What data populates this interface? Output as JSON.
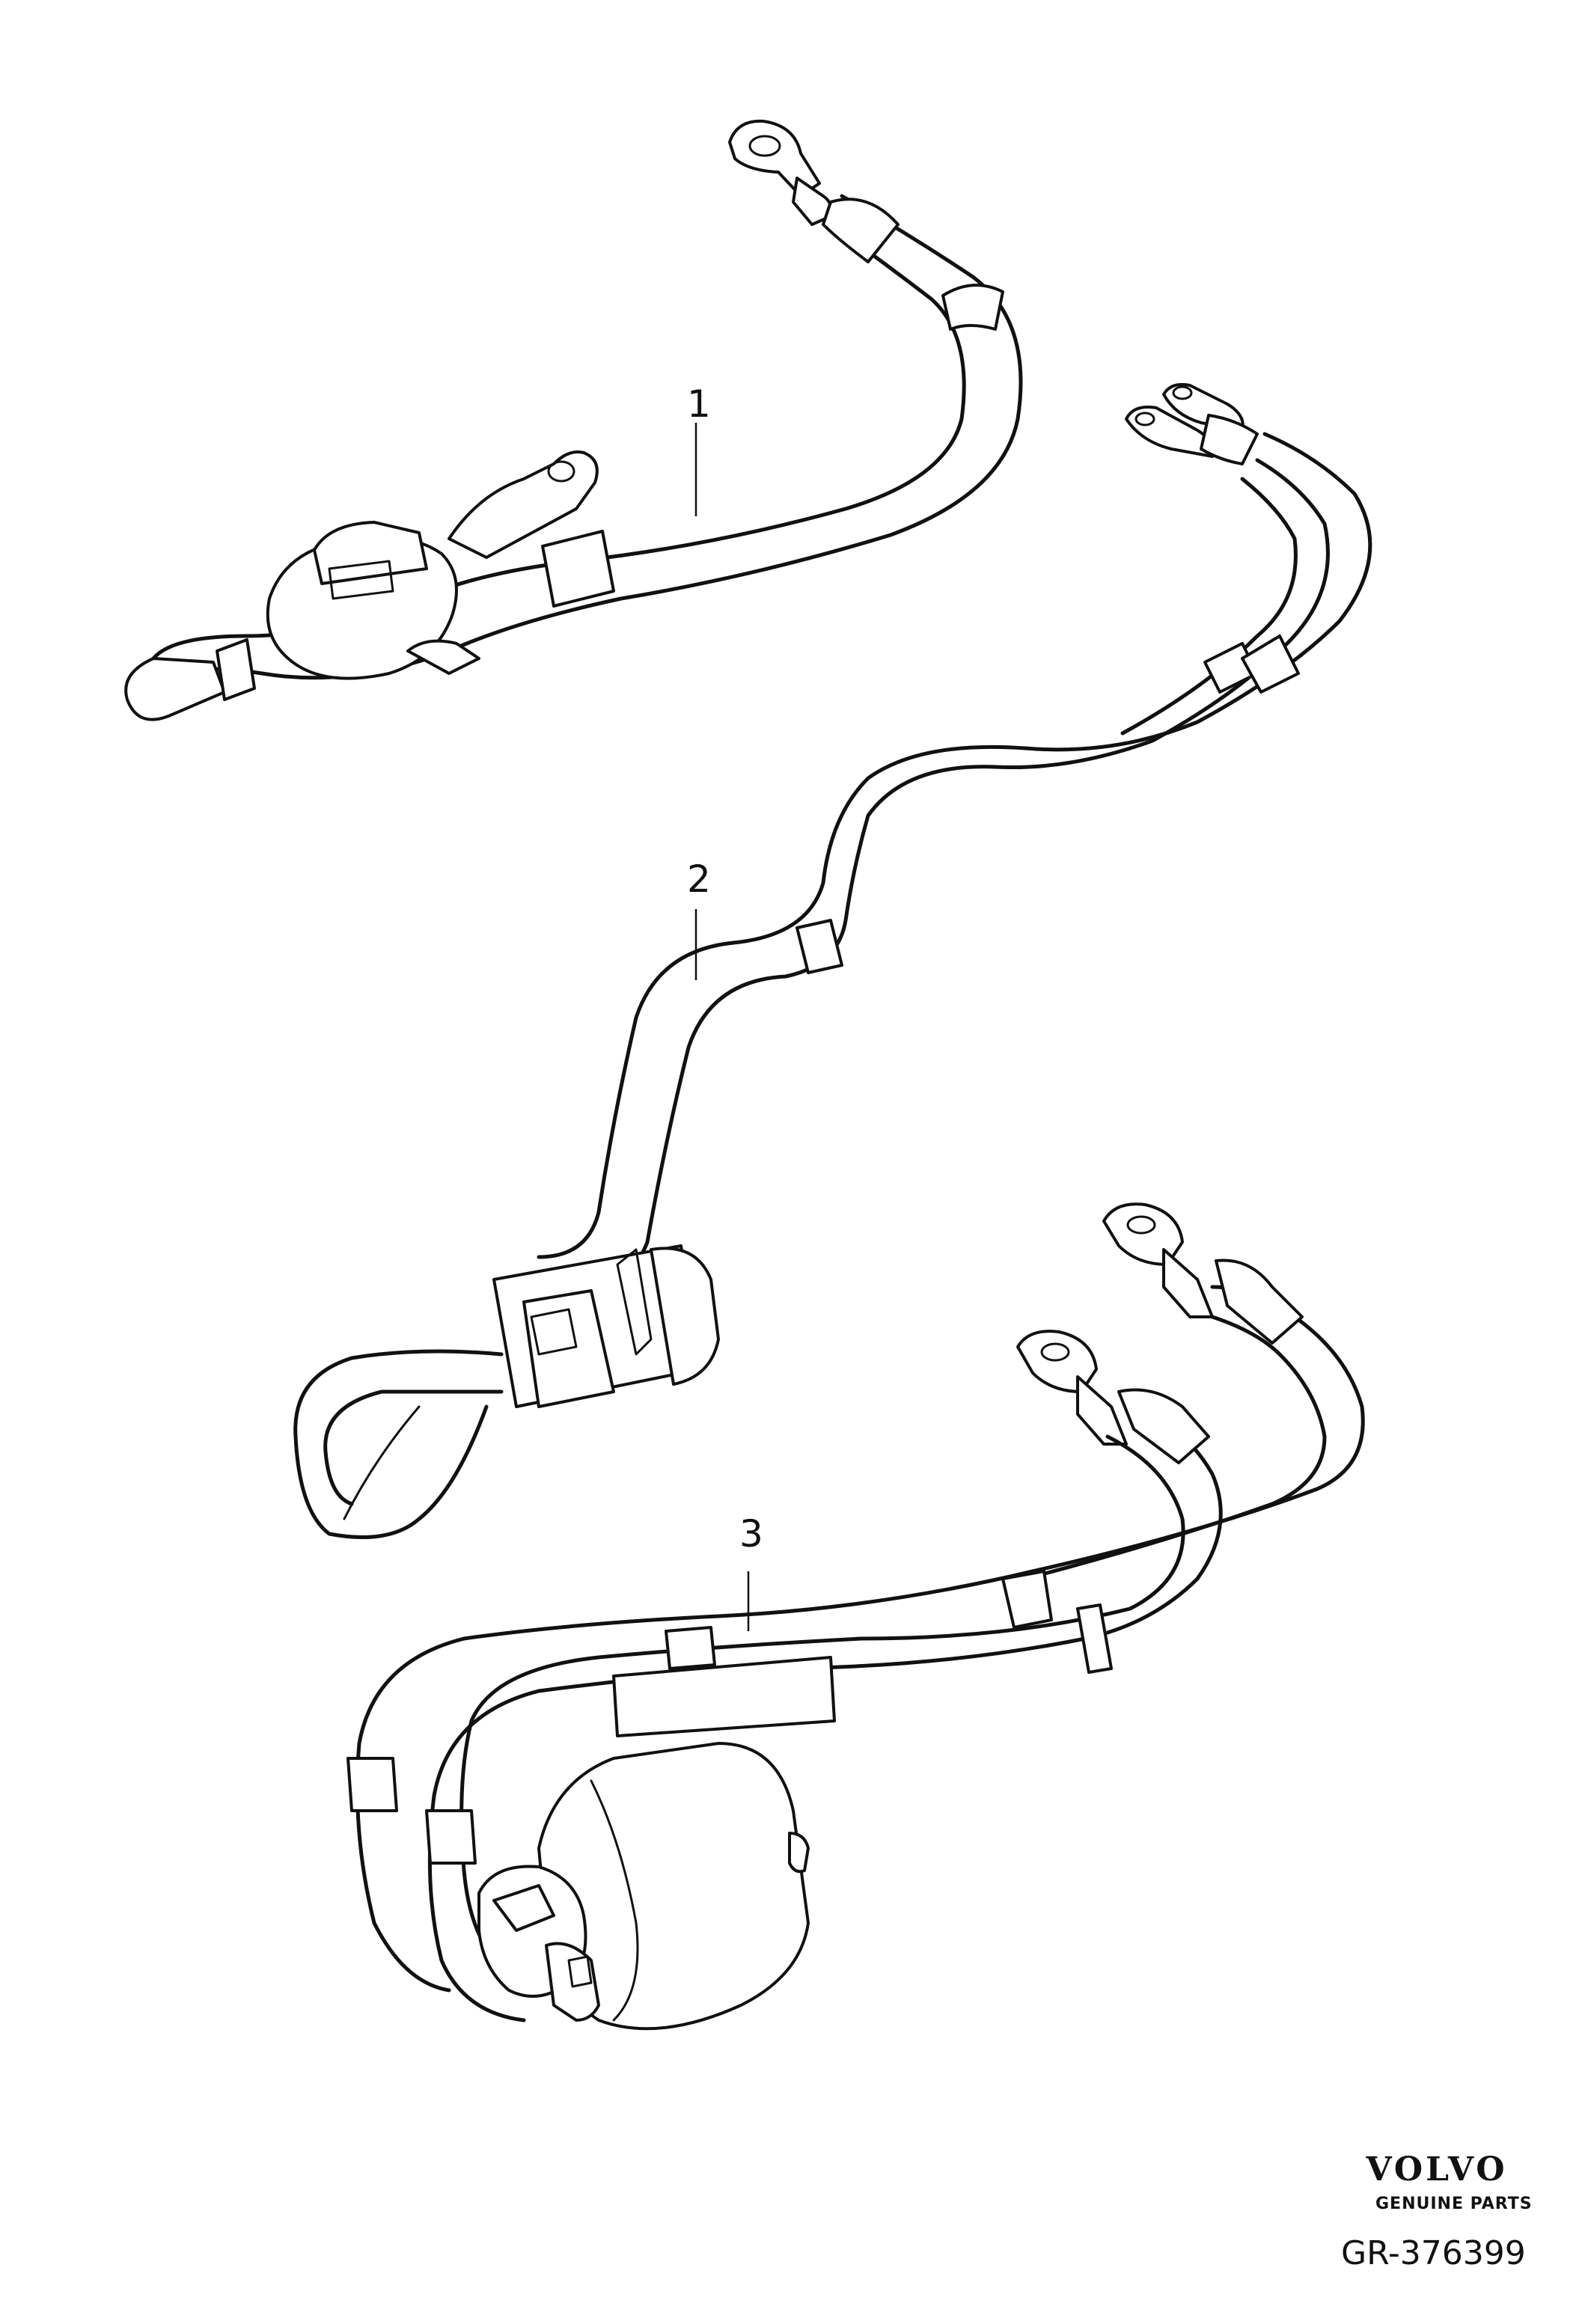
{
  "callouts": [
    {
      "id": "1",
      "label": "1"
    },
    {
      "id": "2",
      "label": "2"
    },
    {
      "id": "3",
      "label": "3"
    }
  ],
  "brand": {
    "logo_text": "VOLVO",
    "tagline": "GENUINE PARTS"
  },
  "reference": "GR-376399"
}
